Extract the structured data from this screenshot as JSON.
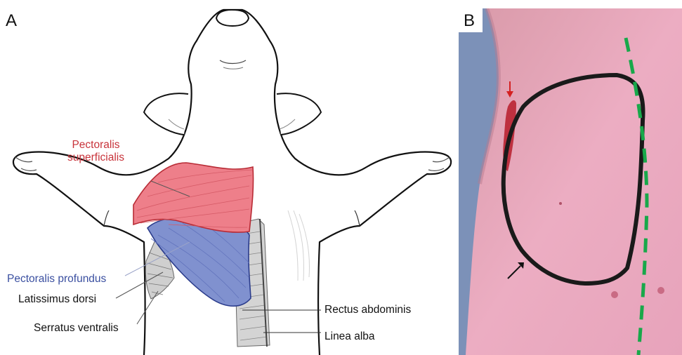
{
  "panel_a": {
    "letter": "A",
    "labels": {
      "pectoralis_superficialis_1": "Pectoralis",
      "pectoralis_superficialis_2": "superficialis",
      "pectoralis_profundus": "Pectoralis profundus",
      "latissimus_dorsi": "Latissimus dorsi",
      "serratus_ventralis": "Serratus ventralis",
      "rectus_abdominis": "Rectus abdominis",
      "linea_alba": "Linea alba"
    },
    "colors": {
      "superficialis_fill": "#ee7f8a",
      "superficialis_text": "#c8333a",
      "profundus_fill": "#8091cf",
      "profundus_text": "#3a4fa0",
      "gray_muscle": "#c9c9c9"
    }
  },
  "panel_b": {
    "letter": "B",
    "colors": {
      "skin": "#e7a7bd",
      "drape": "#7c91b8",
      "outline": "#1a1a1a",
      "dashed_line": "#18a84a",
      "arrow_red": "#d42020",
      "arrow_black": "#111111"
    }
  }
}
